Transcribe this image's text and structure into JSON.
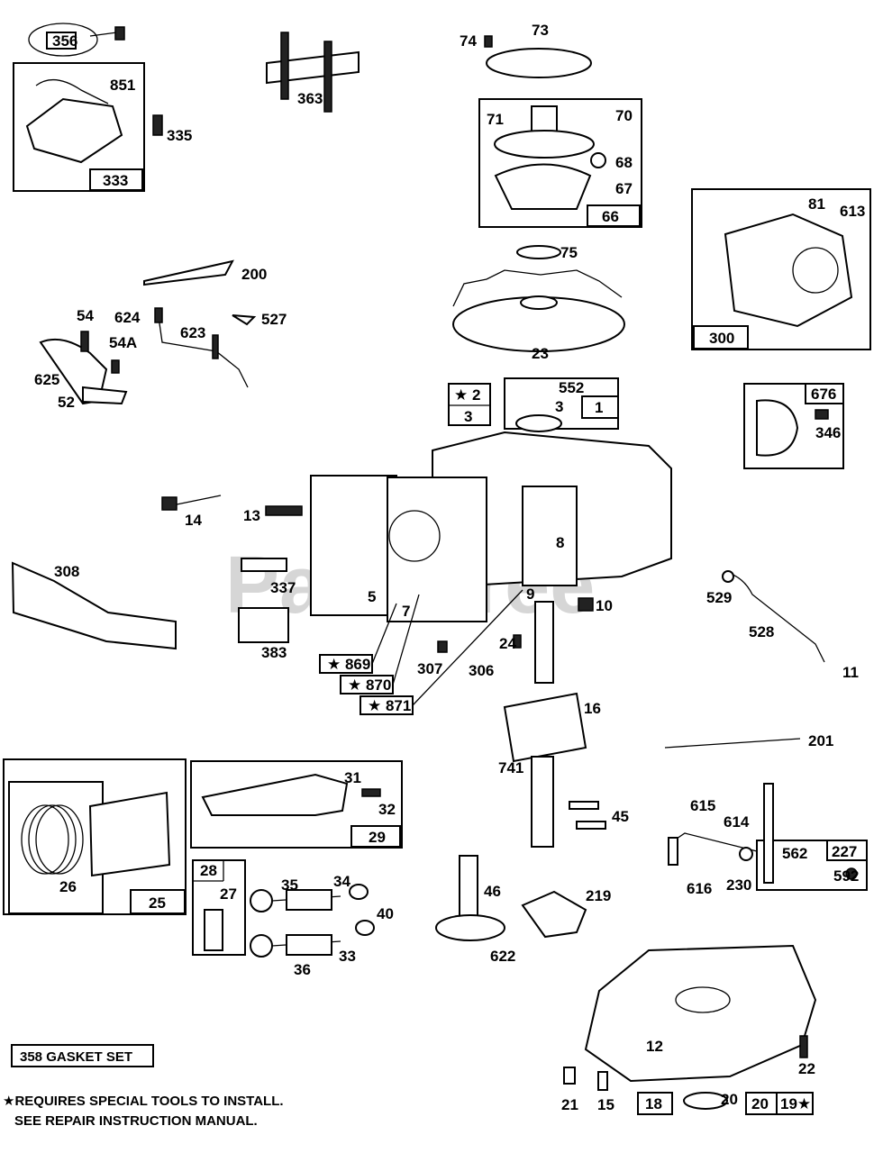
{
  "watermark": "PartsTree",
  "gasket_set": "358  GASKET SET",
  "notes": {
    "line1": "★REQUIRES SPECIAL TOOLS TO INSTALL.",
    "line2": "SEE REPAIR INSTRUCTION MANUAL."
  },
  "labels": {
    "p356": "356",
    "p851": "851",
    "p335": "335",
    "p333": "333",
    "p363": "363",
    "p74": "74",
    "p73": "73",
    "p71": "71",
    "p70": "70",
    "p68": "68",
    "p67": "67",
    "p66": "66",
    "p75": "75",
    "p23": "23",
    "p200": "200",
    "p54": "54",
    "p624": "624",
    "p527": "527",
    "p623": "623",
    "p54a": "54A",
    "p625": "625",
    "p52": "52",
    "p300": "300",
    "p81": "81",
    "p613": "613",
    "p2": "★ 2",
    "p3box": "3",
    "p552": "552",
    "p3": "3",
    "p1": "1",
    "p676": "676",
    "p346": "346",
    "p14": "14",
    "p13": "13",
    "p308": "308",
    "p337": "337",
    "p5": "5",
    "p8": "8",
    "p7": "7",
    "p9": "9",
    "p10": "10",
    "p529": "529",
    "p528": "528",
    "p11": "11",
    "p383": "383",
    "p869": "★ 869",
    "p870": "★ 870",
    "p871": "★ 871",
    "p307": "307",
    "p306": "306",
    "p24": "24",
    "p16": "16",
    "p201": "201",
    "p741": "741",
    "p31": "31",
    "p32": "32",
    "p29": "29",
    "p26": "26",
    "p25": "25",
    "p28": "28",
    "p27": "27",
    "p35": "35",
    "p34": "34",
    "p40": "40",
    "p33": "33",
    "p36": "36",
    "p45": "45",
    "p46": "46",
    "p219": "219",
    "p622": "622",
    "p615": "615",
    "p614": "614",
    "p562": "562",
    "p227": "227",
    "p592": "592",
    "p616": "616",
    "p230": "230",
    "p12": "12",
    "p22": "22",
    "p21": "21",
    "p15": "15",
    "p18": "18",
    "p20a": "20",
    "p20b": "20",
    "p19": "19★"
  }
}
